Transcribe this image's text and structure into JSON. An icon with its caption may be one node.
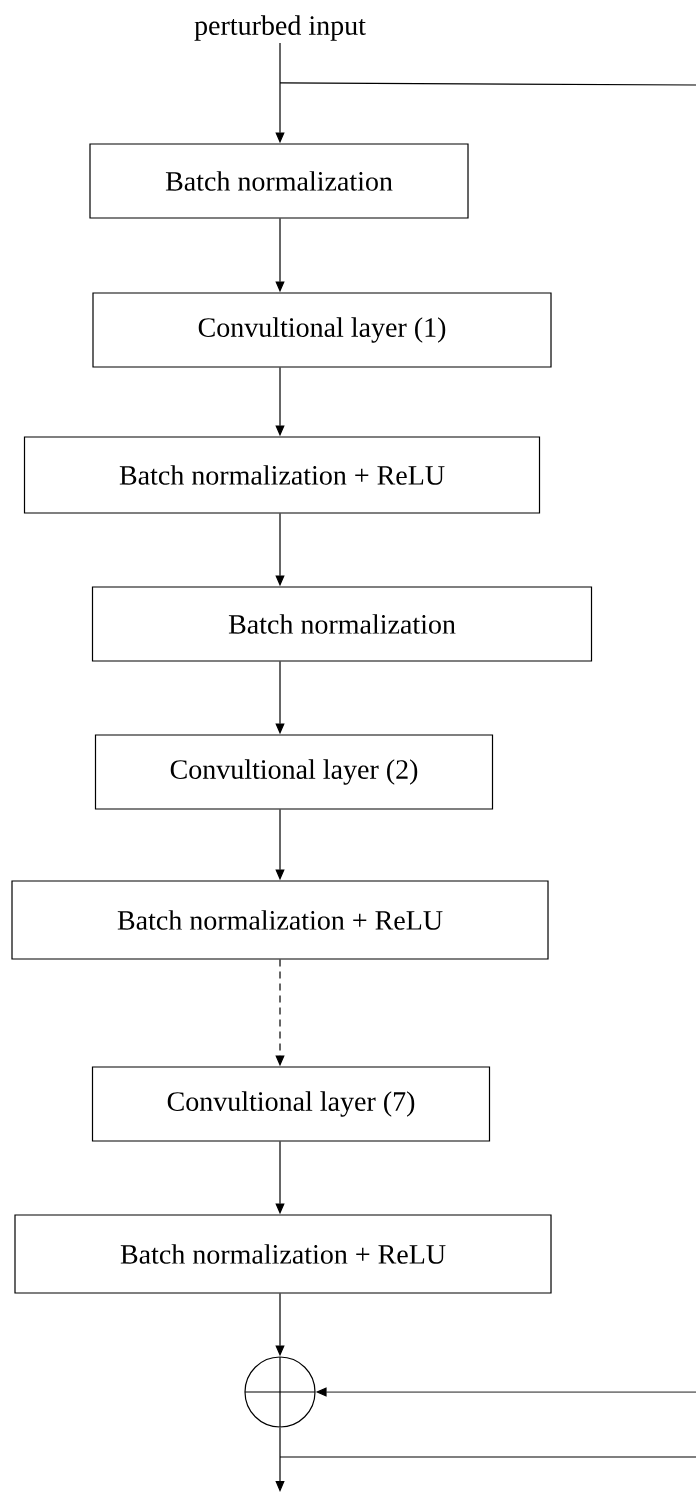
{
  "diagram": {
    "nodes": [
      {
        "text": [
          "perturbed input"
        ]
      },
      {
        "text": [
          "Batch normalization"
        ]
      },
      {
        "text": [
          "Convultional layer (1)"
        ]
      },
      {
        "text": [
          "Batch normalization + ReLU"
        ]
      },
      {
        "text": [
          "Batch normalization"
        ]
      },
      {
        "text": [
          "Convultional layer (2)"
        ]
      },
      {
        "text": [
          "Batch normalization + ReLU"
        ]
      },
      {
        "text": [
          "Convultional layer (7)"
        ]
      },
      {
        "text": [
          "Batch normalization + ReLU"
        ]
      },
      {
        "text": [],
        "shape": "circle"
      }
    ],
    "edges": [
      {
        "from": 0,
        "to": 1,
        "arrow": "to"
      },
      {
        "from": 1,
        "to": 2,
        "arrow": "to"
      },
      {
        "from": 2,
        "to": 3,
        "arrow": "to"
      },
      {
        "from": 3,
        "to": 4,
        "arrow": "to"
      },
      {
        "from": 4,
        "to": 5,
        "arrow": "to"
      },
      {
        "from": 5,
        "to": 6,
        "arrow": "to"
      },
      {
        "from": 6,
        "to": 7,
        "arrow": "to",
        "style": "dashed"
      },
      {
        "from": 7,
        "to": 8,
        "arrow": "to"
      },
      {
        "from": 8,
        "to": 9,
        "arrow": "to"
      },
      {
        "from": 0,
        "to": null,
        "arrow": "none"
      },
      {
        "from": null,
        "to": 9,
        "arrow": "to"
      },
      {
        "from": 9,
        "to": null,
        "arrow": "to"
      },
      {
        "from": 9,
        "to": null,
        "arrow": "none"
      }
    ]
  }
}
